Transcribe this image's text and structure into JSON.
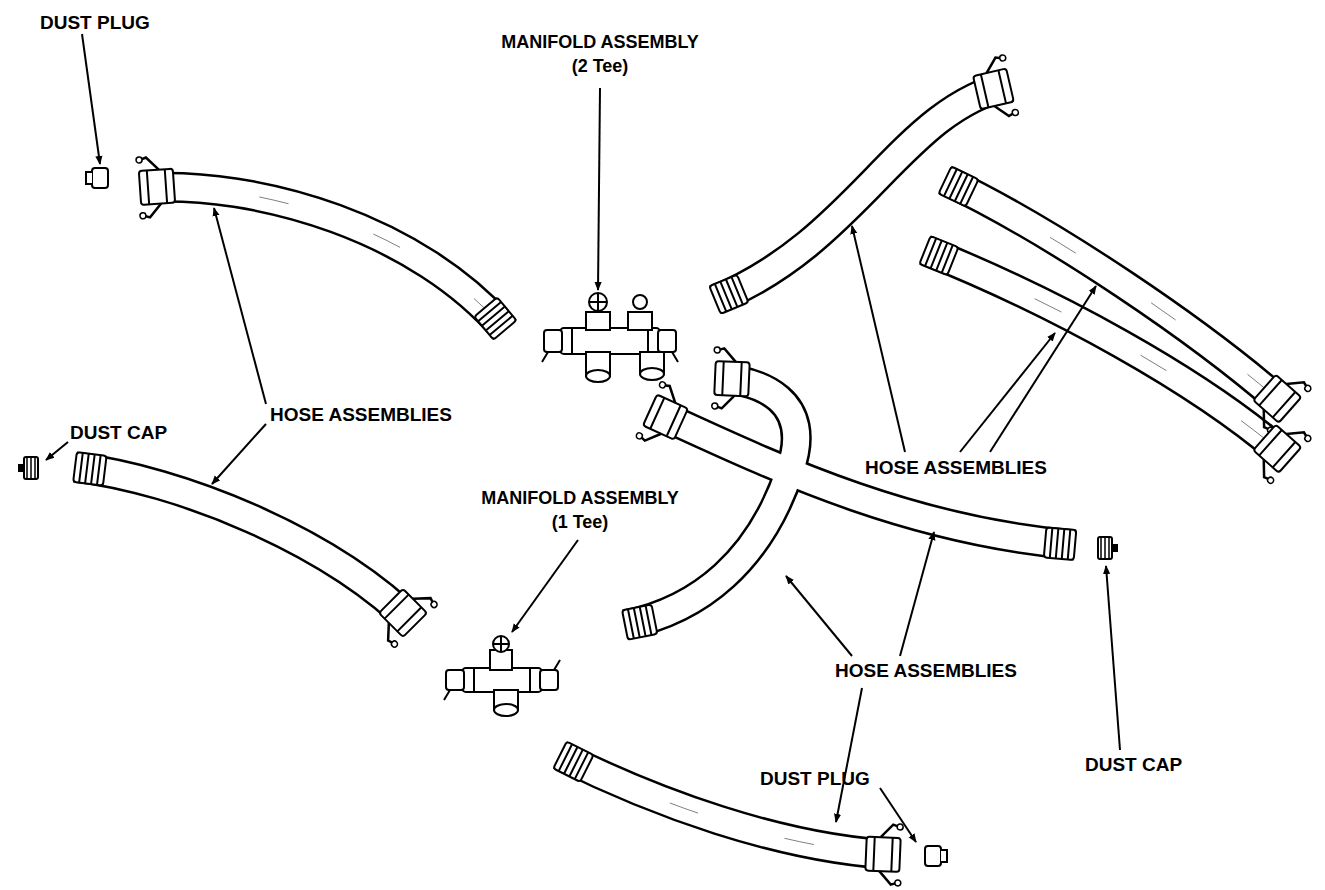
{
  "diagram": {
    "labels": [
      "DUST PLUG",
      "MANIFOLD ASSEMBLY (2 Tee)",
      "HOSE ASSEMBLIES",
      "DUST CAP",
      "MANIFOLD ASSEMBLY (1 Tee)",
      "HOSE ASSEMBLIES",
      "HOSE ASSEMBLIES",
      "DUST CAP",
      "DUST PLUG"
    ]
  }
}
